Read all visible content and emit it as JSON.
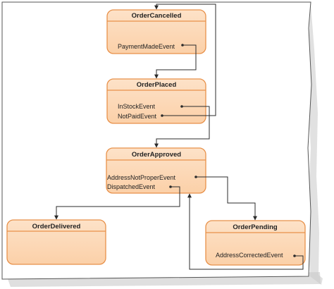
{
  "diagram": {
    "states": {
      "order_cancelled": {
        "title": "OrderCancelled",
        "events": [
          "PaymentMadeEvent"
        ]
      },
      "order_placed": {
        "title": "OrderPlaced",
        "events": [
          "InStockEvent",
          "NotPaidEvent"
        ]
      },
      "order_approved": {
        "title": "OrderApproved",
        "events": [
          "AddressNotProperEvent",
          "DispatchedEvent"
        ]
      },
      "order_delivered": {
        "title": "OrderDelivered",
        "events": []
      },
      "order_pending": {
        "title": "OrderPending",
        "events": [
          "AddressCorrectedEvent"
        ]
      }
    },
    "transitions": [
      {
        "event": "PaymentMadeEvent",
        "from": "OrderCancelled",
        "to": "OrderPlaced"
      },
      {
        "event": "InStockEvent",
        "from": "OrderPlaced",
        "to": "OrderApproved"
      },
      {
        "event": "NotPaidEvent",
        "from": "OrderPlaced",
        "to": "OrderCancelled"
      },
      {
        "event": "AddressNotProperEvent",
        "from": "OrderApproved",
        "to": "OrderPending"
      },
      {
        "event": "DispatchedEvent",
        "from": "OrderApproved",
        "to": "OrderDelivered"
      },
      {
        "event": "AddressCorrectedEvent",
        "from": "OrderPending",
        "to": "OrderApproved"
      }
    ],
    "colors": {
      "state_fill_top": "#fde2c8",
      "state_fill_bottom": "#fbd0a8",
      "state_border": "#e8914a",
      "line": "#2b2b2b",
      "frame": "#555555",
      "shadow": "#bdbdbd"
    }
  }
}
